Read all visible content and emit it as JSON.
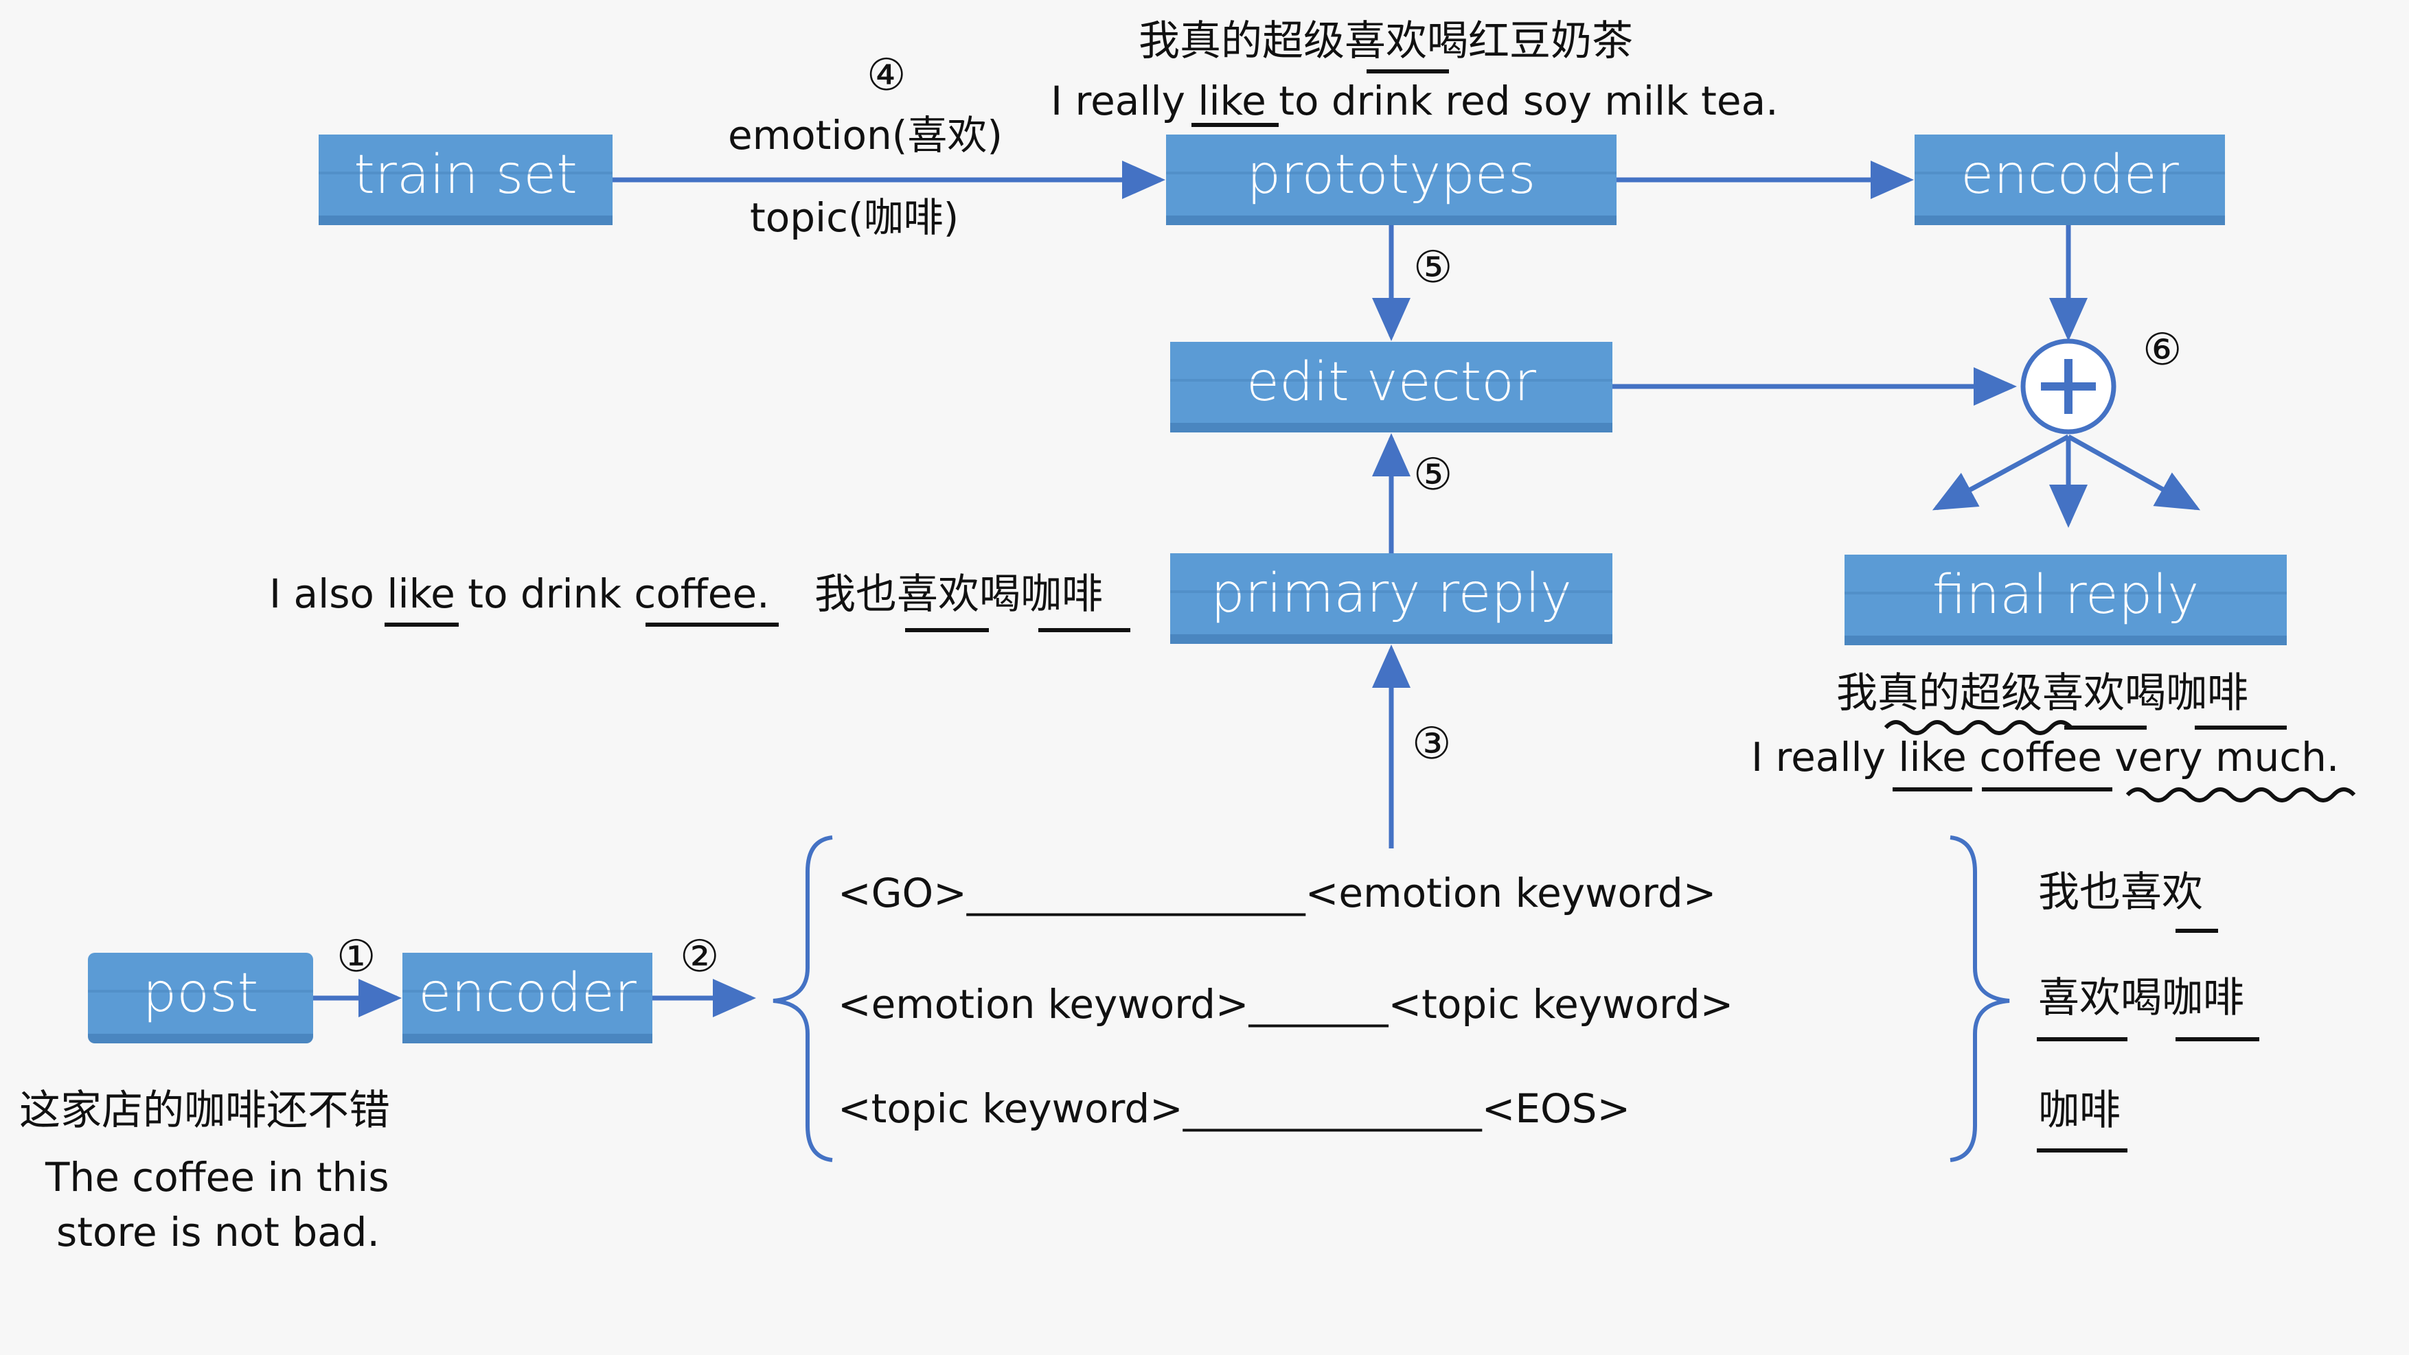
{
  "boxes": {
    "train_set": "train set",
    "prototypes": "prototypes",
    "encoder_top": "encoder",
    "edit_vector": "edit vector",
    "primary_reply": "primary reply",
    "final_reply": "final reply",
    "post": "post",
    "encoder_bottom": "encoder"
  },
  "steps": {
    "s1": "①",
    "s2": "②",
    "s3": "③",
    "s4": "④",
    "s5a": "⑤",
    "s5b": "⑤",
    "s6": "⑥"
  },
  "labels": {
    "emotion": "emotion(喜欢)",
    "topic": "topic(咖啡)",
    "proto_cn": "我真的超级喜欢喝红豆奶茶",
    "proto_en": "I really like to drink red soy milk tea.",
    "primary_en": "I also like to drink coffee.",
    "primary_cn": "我也喜欢喝咖啡",
    "final_cn": "我真的超级喜欢喝咖啡",
    "final_en": "I really like coffee very much.",
    "post_cn": "这家店的咖啡还不错",
    "post_en_1": "The coffee in this",
    "post_en_2": "store is not bad.",
    "tpl1": "<GO>_________________<emotion keyword>",
    "tpl2": "<emotion keyword>_______<topic keyword>",
    "tpl3": "<topic keyword>_______________<EOS>",
    "out1": "我也喜欢",
    "out2": "喜欢喝咖啡",
    "out3": "咖啡"
  },
  "colors": {
    "box": "#5b9bd5",
    "arrow": "#4472c4"
  }
}
